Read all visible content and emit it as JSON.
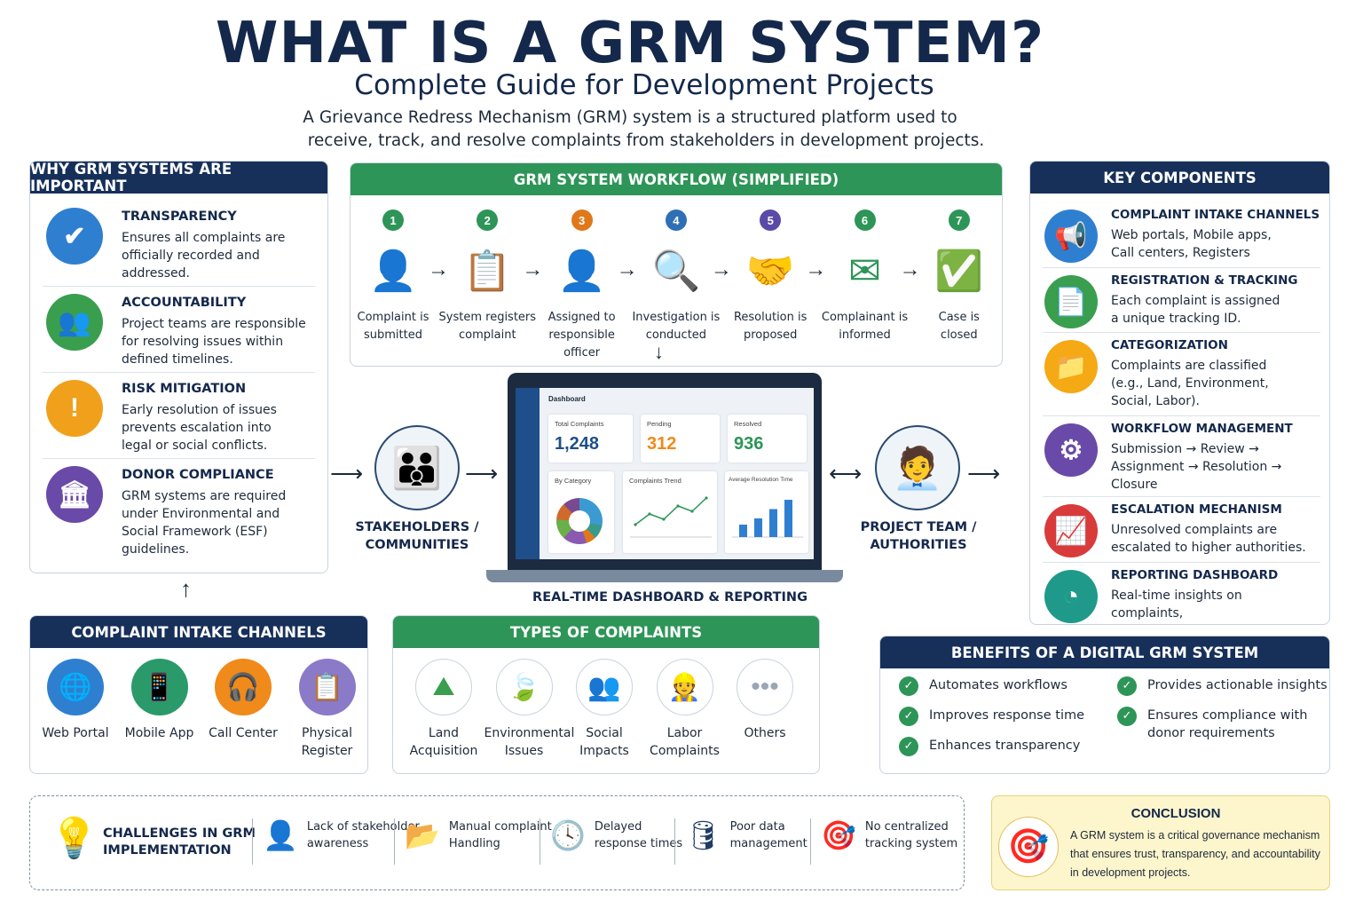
{
  "header": {
    "title": "WHAT IS A GRM SYSTEM?",
    "subtitle": "Complete Guide for Development Projects",
    "desc1": "A Grievance Redress Mechanism (GRM) system is a structured platform used to",
    "desc2": "receive, track, and resolve complaints from stakeholders in development projects."
  },
  "why": {
    "title": "WHY GRM SYSTEMS ARE IMPORTANT",
    "items": [
      {
        "title": "TRANSPARENCY",
        "text": "Ensures all complaints are\nofficially recorded and\naddressed.",
        "icon": "shield-check-icon",
        "color": "#2f7fd1",
        "glyph": "✔"
      },
      {
        "title": "ACCOUNTABILITY",
        "text": "Project teams are responsible\nfor resolving issues within\ndefined timelines.",
        "icon": "team-icon",
        "color": "#3a9e4f",
        "glyph": "👥"
      },
      {
        "title": "RISK MITIGATION",
        "text": "Early resolution of issues\nprevents escalation into\nlegal or social conflicts.",
        "icon": "warning-icon",
        "color": "#f0a01a",
        "glyph": "!"
      },
      {
        "title": "DONOR COMPLIANCE",
        "text": "GRM systems are required\nunder Environmental and\nSocial Framework (ESF)\nguidelines.",
        "icon": "institution-icon",
        "color": "#6a4aa8",
        "glyph": "🏛"
      }
    ]
  },
  "workflow": {
    "title": "GRM SYSTEM WORKFLOW (SIMPLIFIED)",
    "steps": [
      {
        "num": "1",
        "label": "Complaint is\nsubmitted",
        "color": "#2d9557",
        "glyph": "👤",
        "icon": "person-icon"
      },
      {
        "num": "2",
        "label": "System registers\ncomplaint",
        "color": "#2d9557",
        "glyph": "📋",
        "icon": "clipboard-icon"
      },
      {
        "num": "3",
        "label": "Assigned to\nresponsible officer",
        "color": "#e0781a",
        "glyph": "👤",
        "icon": "officer-icon"
      },
      {
        "num": "4",
        "label": "Investigation is\nconducted",
        "color": "#2f6fb5",
        "glyph": "🔍",
        "icon": "magnifier-icon"
      },
      {
        "num": "5",
        "label": "Resolution is\nproposed",
        "color": "#5a4aa8",
        "glyph": "🤝",
        "icon": "handshake-icon"
      },
      {
        "num": "6",
        "label": "Complainant is\ninformed",
        "color": "#2d9557",
        "glyph": "✉",
        "icon": "envelope-icon"
      },
      {
        "num": "7",
        "label": "Case is\nclosed",
        "color": "#2d9557",
        "glyph": "✅",
        "icon": "check-circle-icon"
      }
    ]
  },
  "stakeholders": {
    "label": "STAKEHOLDERS /\nCOMMUNITIES"
  },
  "project_team": {
    "label": "PROJECT TEAM /\nAUTHORITIES"
  },
  "dashboard": {
    "label": "REAL-TIME DASHBOARD & REPORTING",
    "title": "Dashboard",
    "total_label": "Total Complaints",
    "total": "1,248",
    "pending_label": "Pending",
    "pending": "312",
    "resolved_label": "Resolved",
    "resolved": "936",
    "cat_label": "By Category",
    "trend_label": "Complaints Trend",
    "res_label": "Average Resolution Time",
    "trend": [
      2,
      4,
      3,
      5.5,
      4.5,
      7
    ],
    "bars": [
      2,
      3,
      4.5,
      6
    ]
  },
  "key": {
    "title": "KEY COMPONENTS",
    "items": [
      {
        "title": "COMPLAINT INTAKE CHANNELS",
        "text": "Web portals, Mobile apps,\nCall centers, Registers",
        "color": "#2f7fd1",
        "glyph": "📢",
        "icon": "megaphone-icon"
      },
      {
        "title": "REGISTRATION & TRACKING",
        "text": "Each complaint is assigned\na unique tracking ID.",
        "color": "#3a9e4f",
        "glyph": "📄",
        "icon": "document-icon"
      },
      {
        "title": "CATEGORIZATION",
        "text": "Complaints are classified\n(e.g., Land, Environment,\nSocial, Labor).",
        "color": "#f5a915",
        "glyph": "📁",
        "icon": "folder-icon"
      },
      {
        "title": "WORKFLOW MANAGEMENT",
        "text": "Submission → Review →\nAssignment → Resolution →\nClosure",
        "color": "#6a4aa8",
        "glyph": "⚙",
        "icon": "gear-icon"
      },
      {
        "title": "ESCALATION MECHANISM",
        "text": "Unresolved complaints are\nescalated to higher authorities.",
        "color": "#d93a3a",
        "glyph": "📈",
        "icon": "escalation-chart-icon"
      },
      {
        "title": "REPORTING DASHBOARD",
        "text": "Real-time insights on complaints,\nresolution time, pending cases.",
        "color": "#1f9a8a",
        "glyph": "◔",
        "icon": "pie-chart-icon"
      }
    ]
  },
  "channels": {
    "title": "COMPLAINT INTAKE CHANNELS",
    "items": [
      {
        "label": "Web Portal",
        "color": "#2f7fd1",
        "glyph": "🌐",
        "icon": "globe-icon"
      },
      {
        "label": "Mobile App",
        "color": "#2a9a6a",
        "glyph": "📱",
        "icon": "mobile-icon"
      },
      {
        "label": "Call Center",
        "color": "#f08a1a",
        "glyph": "🎧",
        "icon": "headset-icon"
      },
      {
        "label": "Physical\nRegister",
        "color": "#8a7ac8",
        "glyph": "📋",
        "icon": "register-icon"
      }
    ]
  },
  "types": {
    "title": "TYPES OF COMPLAINTS",
    "items": [
      {
        "label": "Land\nAcquisition",
        "glyph": "⛰",
        "icon": "land-icon",
        "color": "#3a9e4f"
      },
      {
        "label": "Environmental\nIssues",
        "glyph": "🍃",
        "icon": "leaf-icon",
        "color": "#3a9e4f"
      },
      {
        "label": "Social\nImpacts",
        "glyph": "👥",
        "icon": "people-icon",
        "color": "#6a4aa8"
      },
      {
        "label": "Labor\nComplaints",
        "glyph": "👷",
        "icon": "worker-icon",
        "color": "#e0781a"
      },
      {
        "label": "Others",
        "glyph": "•••",
        "icon": "more-icon",
        "color": "#9aa6b4"
      }
    ]
  },
  "benefits": {
    "title": "BENEFITS OF A DIGITAL GRM SYSTEM",
    "items": [
      "Automates workflows",
      "Improves response time",
      "Enhances transparency",
      "Provides actionable insights",
      "Ensures compliance with\ndonor requirements"
    ]
  },
  "challenges": {
    "title": "CHALLENGES IN GRM\nIMPLEMENTATION",
    "items": [
      {
        "label": "Lack of stakeholder\nawareness",
        "glyph": "👤",
        "icon": "person-question-icon"
      },
      {
        "label": "Manual complaint\nHandling",
        "glyph": "📂",
        "icon": "folder-clipboard-icon"
      },
      {
        "label": "Delayed\nresponse times",
        "glyph": "🕓",
        "icon": "clock-icon"
      },
      {
        "label": "Poor data\nmanagement",
        "glyph": "🛢",
        "icon": "database-icon"
      },
      {
        "label": "No centralized\ntracking system",
        "glyph": "🎯",
        "icon": "target-icon"
      }
    ]
  },
  "conclusion": {
    "title": "CONCLUSION",
    "text": "A GRM system is a critical governance mechanism that ensures trust, transparency, and accountability in development projects."
  }
}
